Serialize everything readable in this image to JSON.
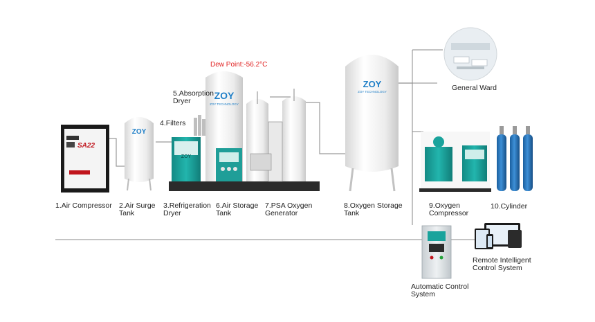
{
  "dew_point": "Dew Point:-56.2°C",
  "brand": "ZOY",
  "brand_sub": "ZOY TECHNOLOGY",
  "compressor_badge": "SA22",
  "labels": {
    "air_compressor": "1.Air Compressor",
    "air_surge_tank": "2.Air Surge\nTank",
    "refrigeration_dryer": "3.Refrigeration\nDryer",
    "filters": "4.Filters",
    "absorption_dryer": "5.Absorption\nDryer",
    "air_storage_tank": "6.Air Storage\nTank",
    "psa_generator": "7.PSA Oxygen\nGenerator",
    "oxygen_storage_tank": "8.Oxygen Storage\nTank",
    "oxygen_compressor": "9.Oxygen\nCompressor",
    "cylinder": "10.Cylinder",
    "general_ward": "General Ward",
    "remote_control": "Remote Intelligent\nControl System",
    "auto_control": "Automatic Control\nSystem"
  },
  "colors": {
    "pipe": "#9a9a9a",
    "dew_point": "#e02020",
    "tank_white": "#f2f2f2",
    "teal": "#1aa39c",
    "cylinder_blue": "#1f6fb6",
    "control_cabinet": "#dfe6ea"
  }
}
